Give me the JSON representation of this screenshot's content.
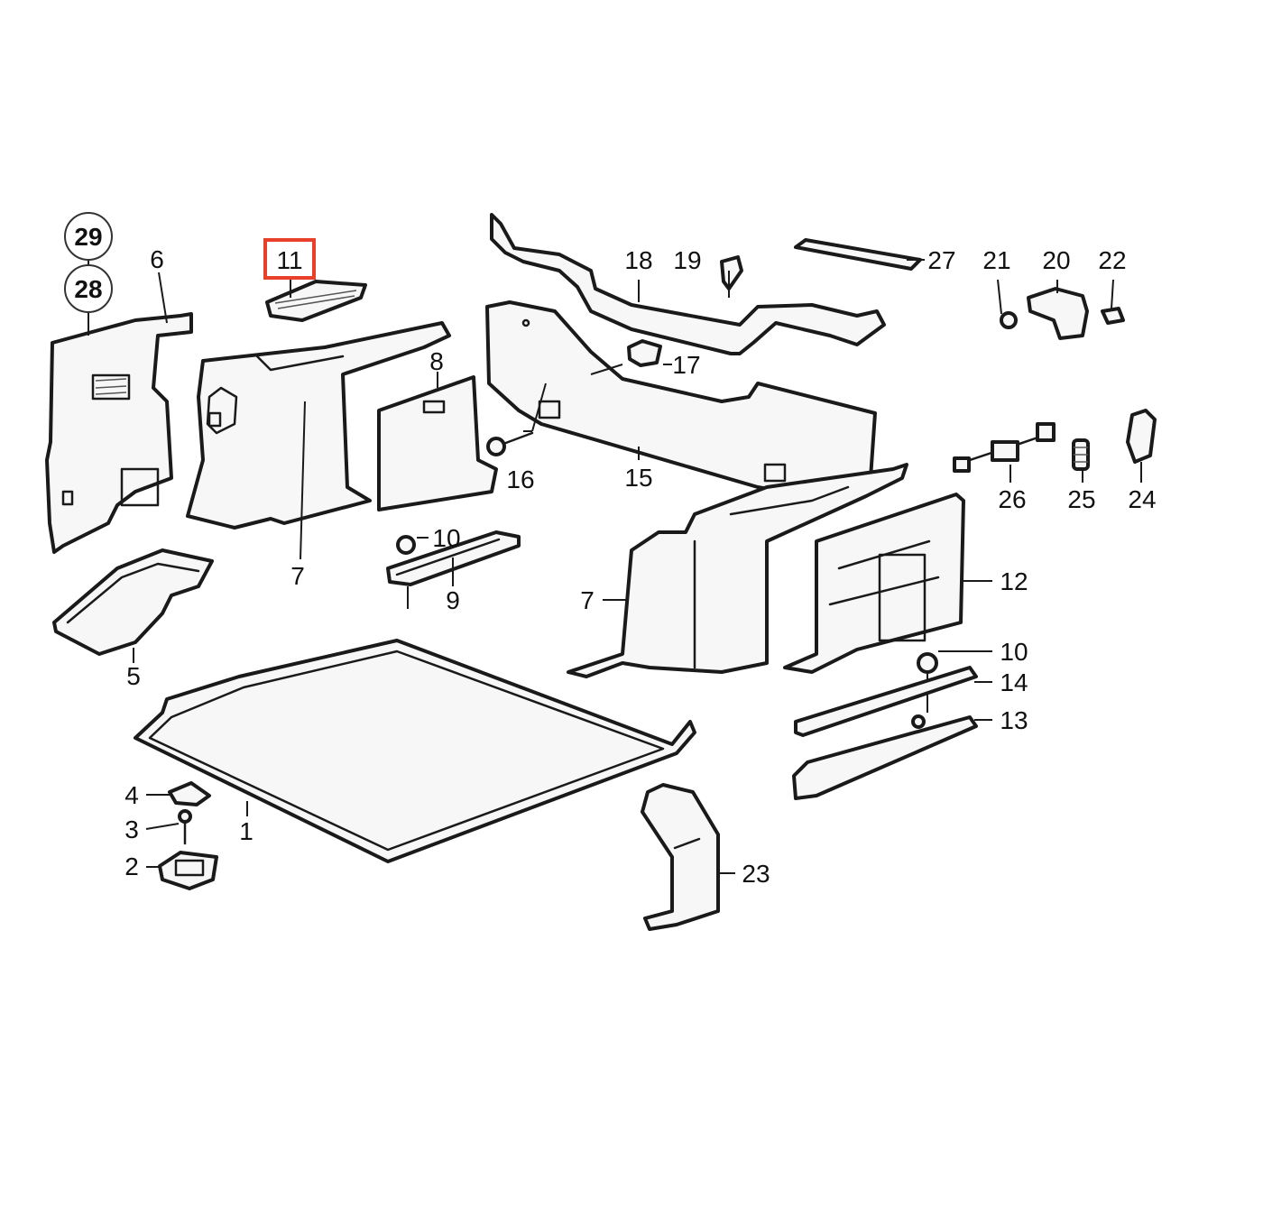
{
  "highlight_color": "#e8402a",
  "highlighted_callout": "11",
  "callouts": {
    "c1": "1",
    "c2": "2",
    "c3": "3",
    "c4": "4",
    "c5": "5",
    "c6": "6",
    "c7a": "7",
    "c7b": "7",
    "c8": "8",
    "c9": "9",
    "c10a": "10",
    "c10b": "10",
    "c11": "11",
    "c12": "12",
    "c13": "13",
    "c14": "14",
    "c15": "15",
    "c16": "16",
    "c17": "17",
    "c18": "18",
    "c19": "19",
    "c20": "20",
    "c21": "21",
    "c22": "22",
    "c23": "23",
    "c24": "24",
    "c25": "25",
    "c26": "26",
    "c27": "27",
    "c28": "28",
    "c29": "29"
  }
}
